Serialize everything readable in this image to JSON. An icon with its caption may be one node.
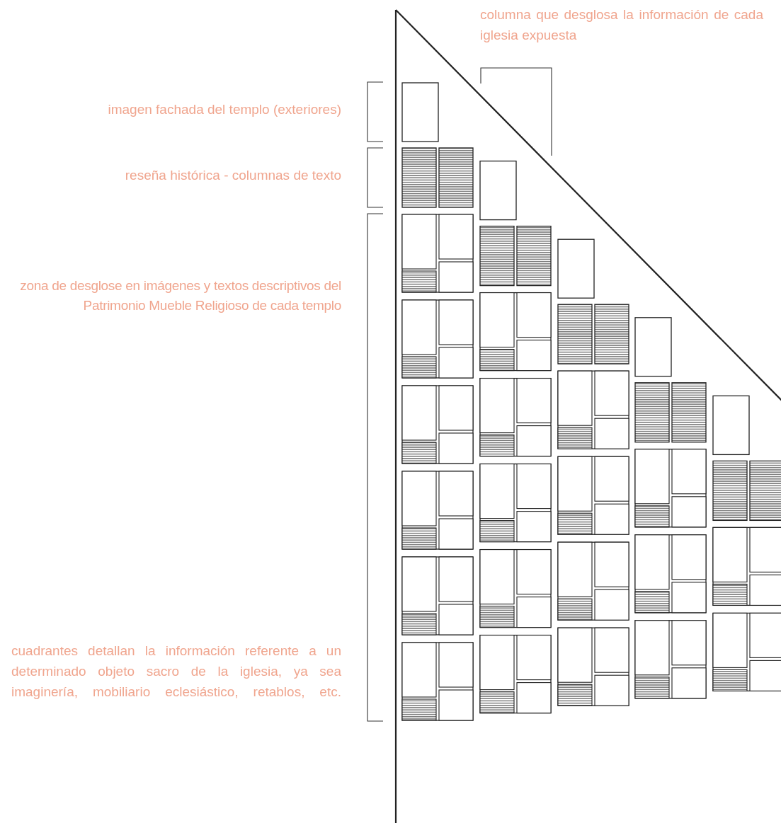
{
  "diagram": {
    "labels": [
      "columna que desglosa la información de cada iglesia expuesta",
      "imagen fachada del templo (exteriores)",
      "reseña histórica - columnas de texto",
      "zona de desglose en imágenes y textos descriptivos del Patrimonio Mueble Religioso de cada templo",
      "cuadrantes detallan la información referente a un determinado objeto sacro de la iglesia, ya sea imaginería, mobiliario eclesiástico, retablos, etc."
    ]
  }
}
